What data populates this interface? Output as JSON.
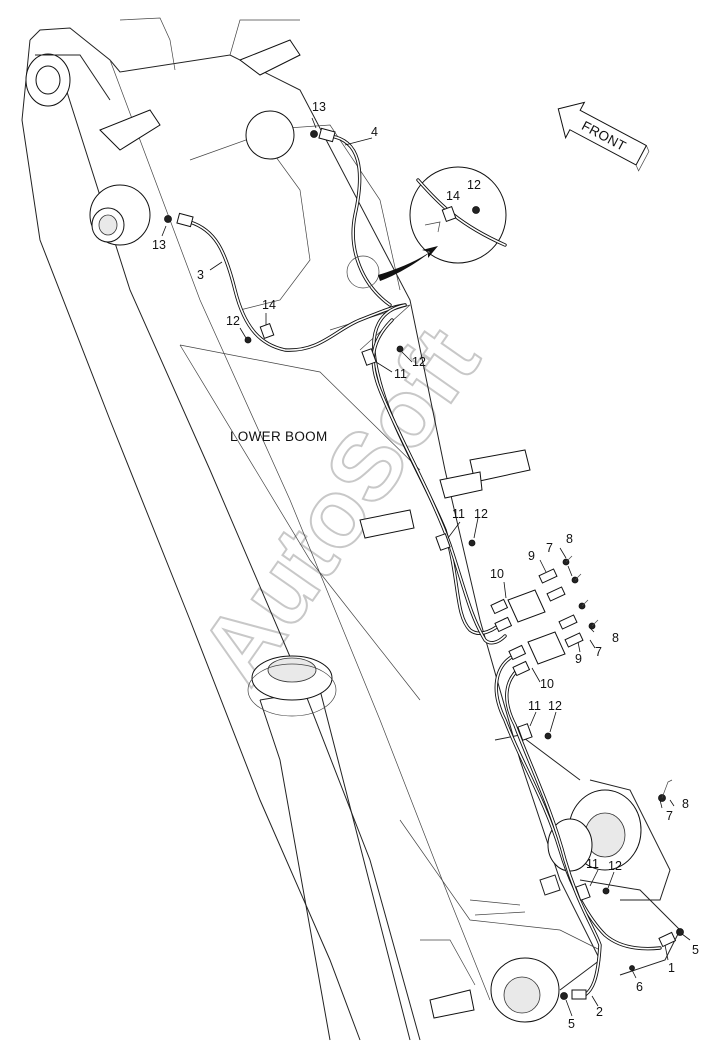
{
  "diagram": {
    "main_label": "LOWER BOOM",
    "direction_arrow": "FRONT",
    "watermark": "AutoSoft",
    "part_numbers": [
      "1",
      "2",
      "3",
      "4",
      "5",
      "6",
      "7",
      "8",
      "9",
      "10",
      "11",
      "12",
      "13",
      "14"
    ],
    "callouts": {
      "c13a": "13",
      "c4": "4",
      "c13b": "13",
      "c14a": "14",
      "c12a": "12",
      "c3": "3",
      "c14b": "14",
      "c12b": "12",
      "c11a": "11",
      "c12c": "12",
      "c11b": "11",
      "c12d": "12",
      "c9a": "9",
      "c7a": "7",
      "c8a": "8",
      "c10a": "10",
      "c8b": "8",
      "c9b": "9",
      "c7b": "7",
      "c10b": "10",
      "c11c": "11",
      "c12e": "12",
      "c8c": "8",
      "c7c": "7",
      "c11d": "11",
      "c12f": "12",
      "c5a": "5",
      "c1": "1",
      "c6": "6",
      "c2": "2",
      "c5b": "5"
    }
  }
}
